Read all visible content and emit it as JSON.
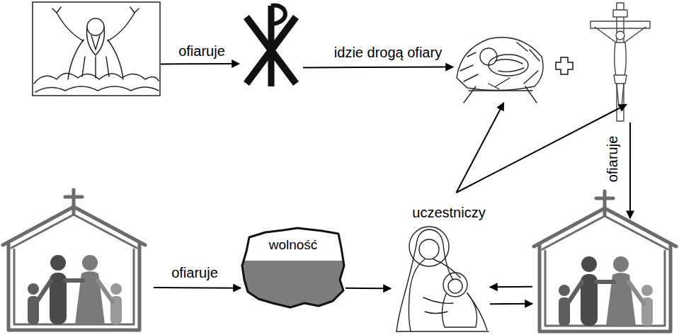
{
  "diagram": {
    "nodes": [
      {
        "text": []
      },
      {
        "text": []
      },
      {
        "text": []
      },
      {
        "text": []
      },
      {
        "text": []
      },
      {
        "text": [
          "wolność"
        ]
      },
      {
        "text": []
      },
      {
        "text": []
      }
    ],
    "edges": [
      {
        "from": 0,
        "to": 1,
        "arrow": "to",
        "label": "ofiaruje"
      },
      {
        "from": 1,
        "to": 2,
        "arrow": "to",
        "label": "idzie drogą ofiary"
      },
      {
        "from": 3,
        "to": 7,
        "arrow": "to",
        "label": "ofiaruje"
      },
      {
        "from": 6,
        "to": 2,
        "arrow": "to",
        "label": "uczestniczy"
      },
      {
        "from": 6,
        "to": 3,
        "arrow": "to"
      },
      {
        "from": 4,
        "to": 5,
        "arrow": "to",
        "label": "ofiaruje"
      },
      {
        "from": 5,
        "to": 6,
        "arrow": "to"
      },
      {
        "from": 7,
        "to": 6,
        "arrow": "to"
      },
      {
        "from": 6,
        "to": 7,
        "arrow": "to"
      }
    ]
  }
}
